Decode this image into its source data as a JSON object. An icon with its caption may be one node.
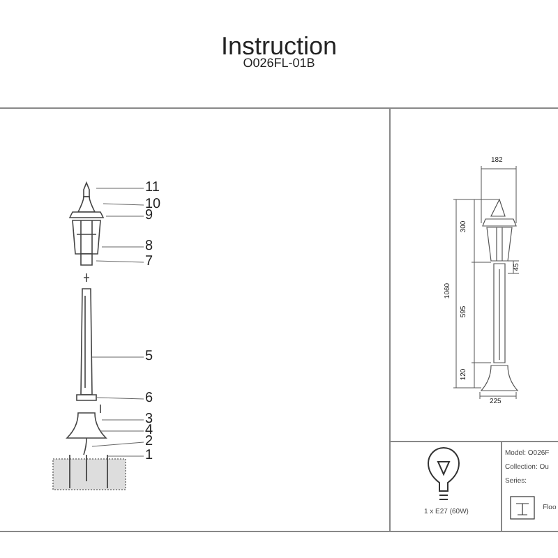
{
  "diagram": {
    "title": "Instruction",
    "nodes": [
      {
        "text": [
          "11"
        ]
      },
      {
        "text": [
          "10"
        ]
      },
      {
        "text": [
          "9"
        ]
      },
      {
        "text": [
          "8"
        ]
      },
      {
        "text": [
          "7"
        ]
      },
      {
        "text": [
          "5"
        ]
      },
      {
        "text": [
          "6"
        ]
      },
      {
        "text": [
          "3"
        ]
      },
      {
        "text": [
          "4"
        ]
      },
      {
        "text": [
          "2"
        ]
      },
      {
        "text": [
          "1"
        ]
      }
    ],
    "edges": [
      {
        "from": 0,
        "to": null,
        "arrow": "none"
      },
      {
        "from": 1,
        "to": null,
        "arrow": "none"
      },
      {
        "from": 2,
        "to": null,
        "arrow": "none"
      },
      {
        "from": 3,
        "to": null,
        "arrow": "none"
      },
      {
        "from": 4,
        "to": null,
        "arrow": "none"
      },
      {
        "from": 5,
        "to": null,
        "arrow": "none"
      },
      {
        "from": 6,
        "to": null,
        "arrow": "none"
      },
      {
        "from": 7,
        "to": null,
        "arrow": "none"
      },
      {
        "from": 8,
        "to": null,
        "arrow": "none"
      },
      {
        "from": 9,
        "to": null,
        "arrow": "none"
      },
      {
        "from": 10,
        "to": null,
        "arrow": "none"
      }
    ],
    "labels": [
      "O026FL-01B",
      "182",
      "300",
      "1060",
      "45",
      "595",
      "120",
      "225",
      "Model: O026F",
      "Collection: Ou",
      "Series:",
      "1 x E27 (60W)",
      "Floo"
    ]
  }
}
